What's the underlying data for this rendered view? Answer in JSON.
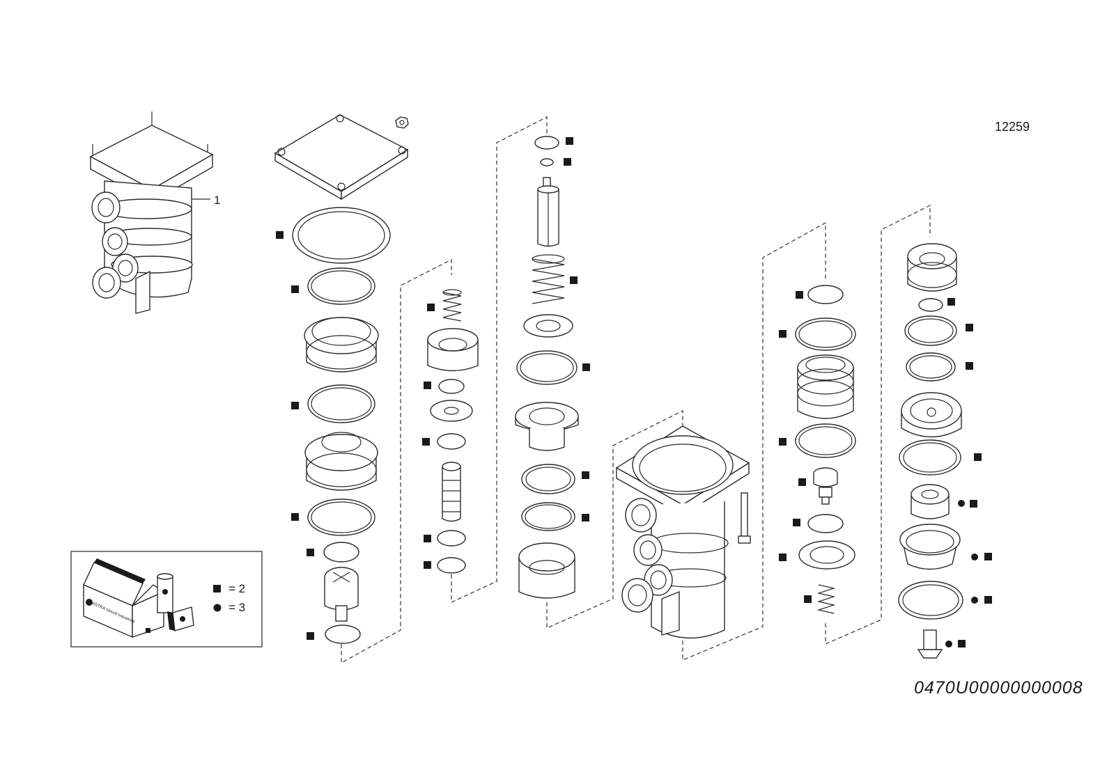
{
  "drawing_number": "12259",
  "part_code": "0470U00000000008",
  "callout_1": "1",
  "legend": {
    "square_label": "= 2",
    "dot_label": "= 3",
    "kit_brand": "ASTRA Veicoli Industriali"
  }
}
